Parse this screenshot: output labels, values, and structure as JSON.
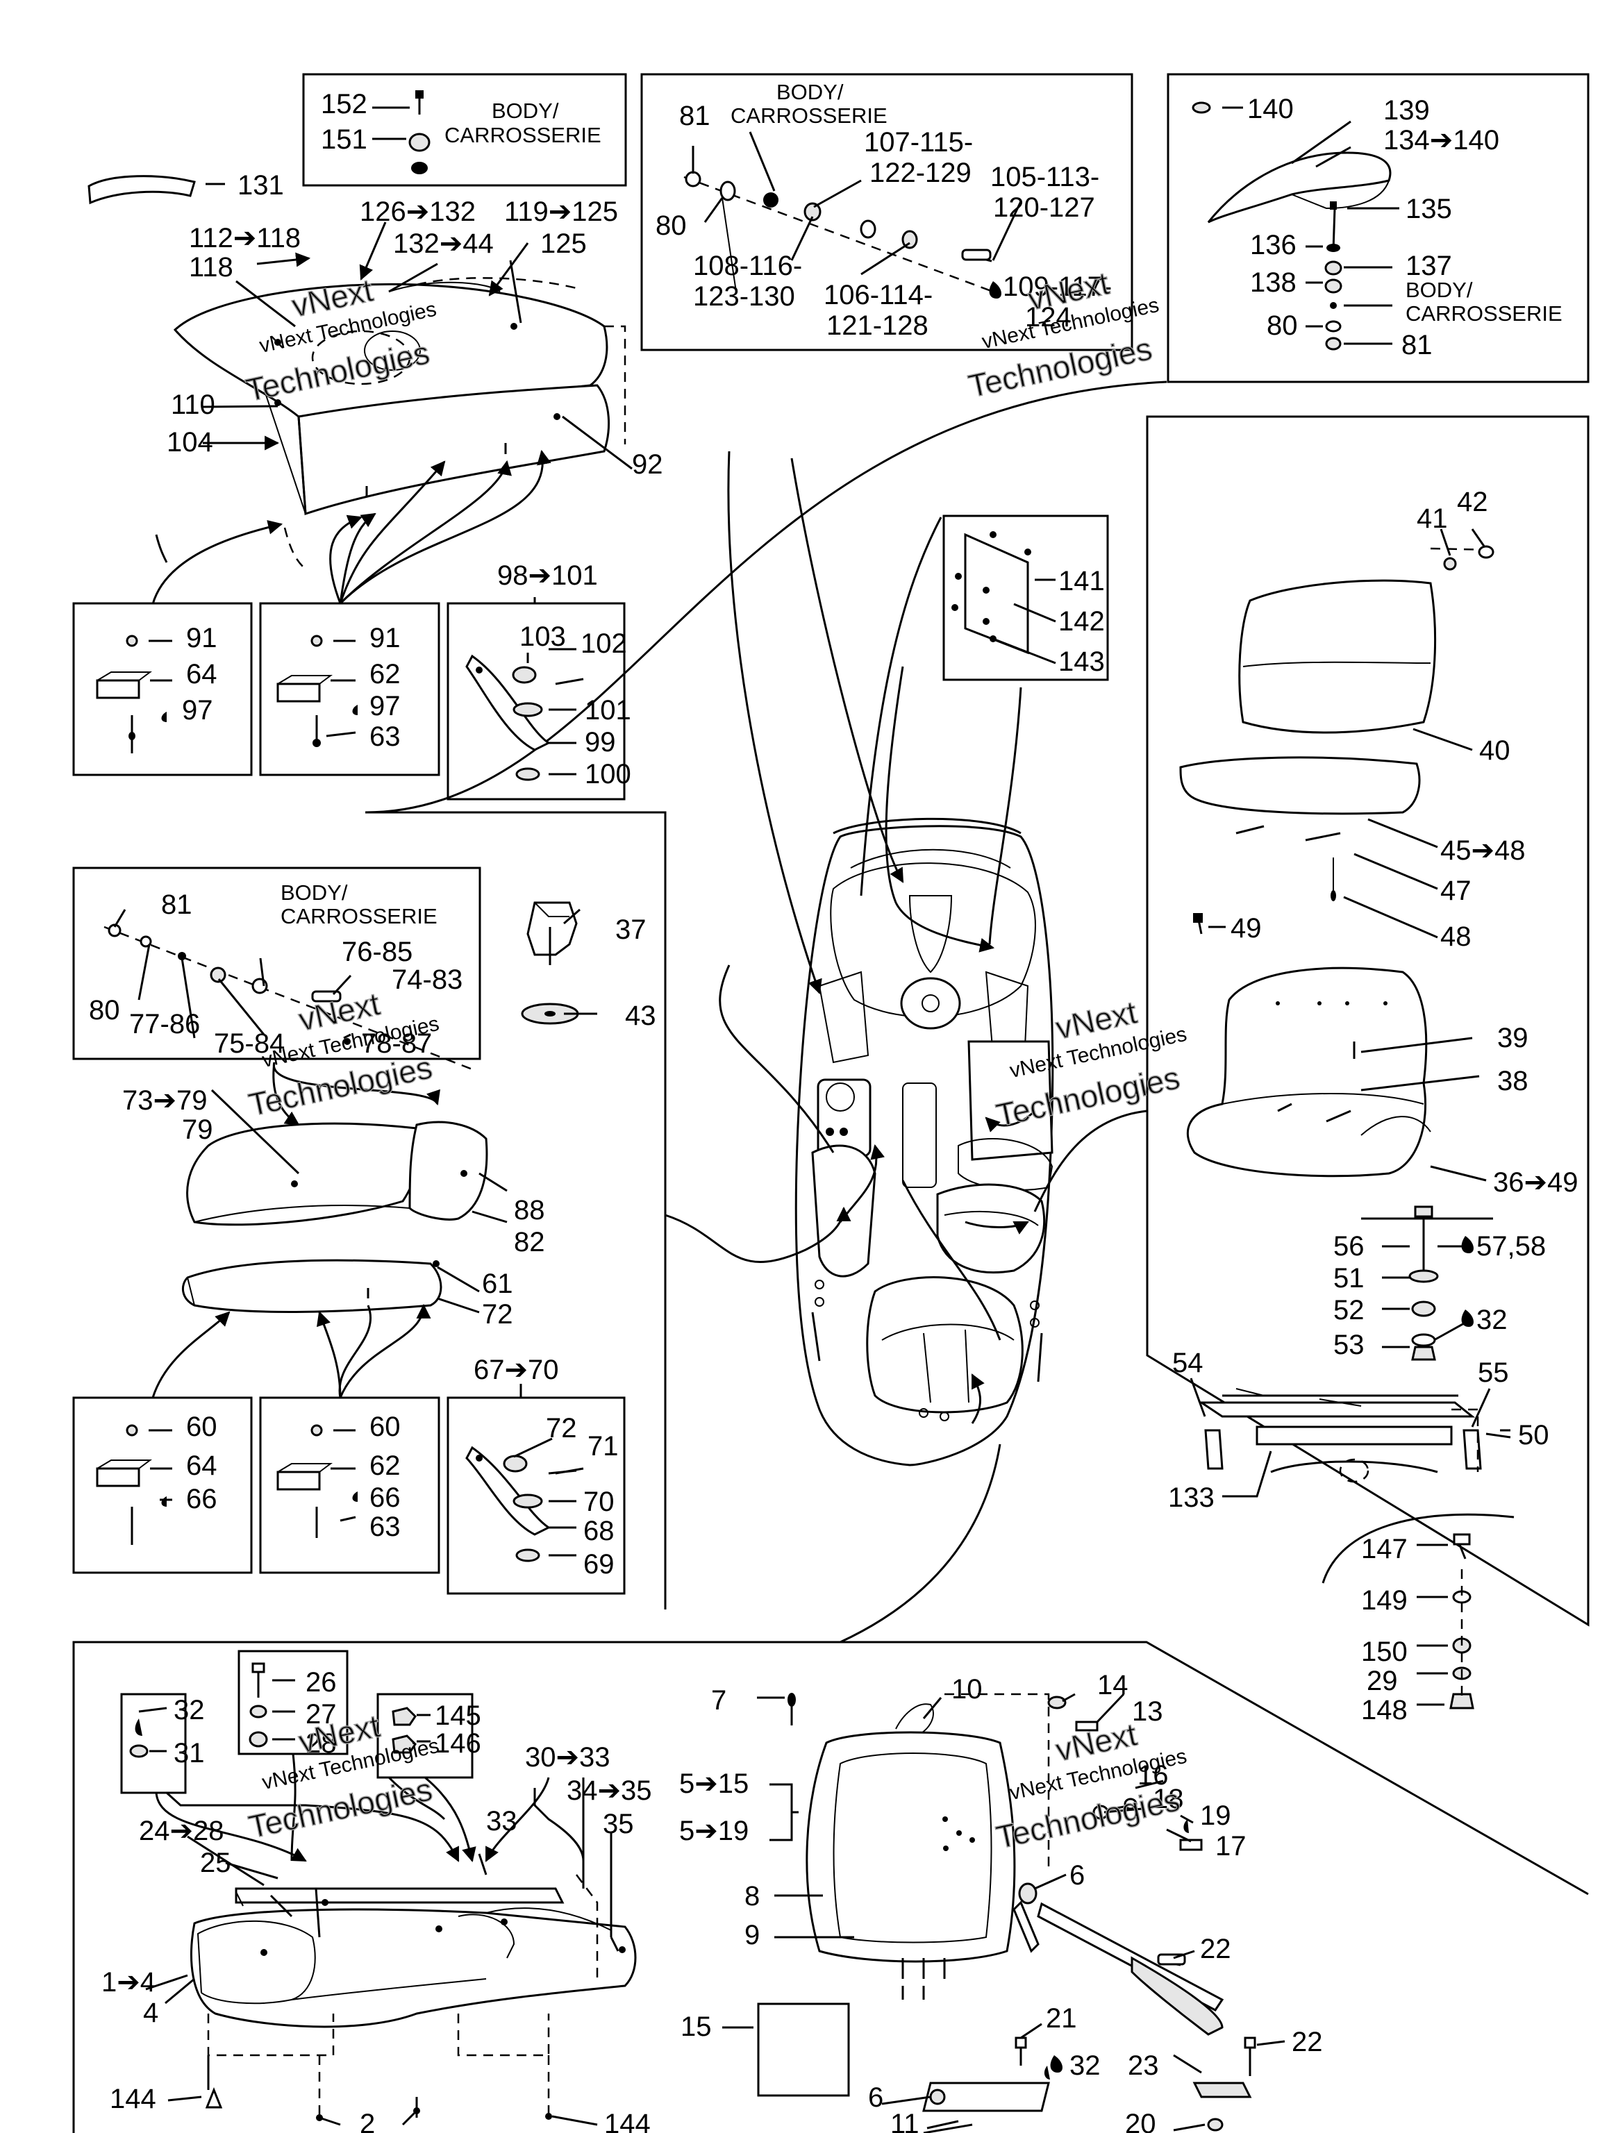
{
  "watermark": {
    "line1": "vNext",
    "line2": "vNext Technologies",
    "line3": "Technologies"
  },
  "body_note": {
    "line1": "BODY/",
    "line2": "CARROSSERIE"
  },
  "callouts": {
    "c152": "152",
    "c151": "151",
    "c131": "131",
    "c126_132": "126➔132",
    "c119_125": "119➔125",
    "c112_118": "112➔118",
    "c118": "118",
    "c132_44": "132➔44",
    "c125": "125",
    "c110": "110",
    "c104": "104",
    "c92": "92",
    "c81a": "81",
    "c80a": "80",
    "c107_115": "107-115-",
    "c122_129": "122-129",
    "c105_113": "105-113-",
    "c120_127": "120-127",
    "c108_116": "108-116-",
    "c123_130": "123-130",
    "c106_114": "106-114-",
    "c121_128": "121-128",
    "c109_117": "109-117-",
    "c124": "124",
    "c140": "140",
    "c139": "139",
    "c134_140": "134➔140",
    "c135": "135",
    "c136": "136",
    "c137": "137",
    "c138": "138",
    "c80b": "80",
    "c81b": "81",
    "c91a": "91",
    "c64a": "64",
    "c97a": "97",
    "c91b": "91",
    "c62a": "62",
    "c97b": "97",
    "c63a": "63",
    "c98_101": "98➔101",
    "c103": "103",
    "c102": "102",
    "c101": "101",
    "c99": "99",
    "c100": "100",
    "c141": "141",
    "c142": "142",
    "c143": "143",
    "c41": "41",
    "c42": "42",
    "c40": "40",
    "c45_48": "45➔48",
    "c47": "47",
    "c48": "48",
    "c49": "49",
    "c81c": "81",
    "c80c": "80",
    "c76_85": "76-85",
    "c74_83": "74-83",
    "c77_86": "77-86",
    "c75_84": "75-84",
    "c78_87": "78-87",
    "c37": "37",
    "c43": "43",
    "c73_79": "73➔79",
    "c79": "79",
    "c88": "88",
    "c82": "82",
    "c61": "61",
    "c72a": "72",
    "c39": "39",
    "c38": "38",
    "c36_49": "36➔49",
    "c56": "56",
    "c57_58": "57,58",
    "c51": "51",
    "c52": "52",
    "c32a": "32",
    "c53": "53",
    "c54": "54",
    "c55": "55",
    "c50": "50",
    "c133": "133",
    "c67_70": "67➔70",
    "c60a": "60",
    "c64b": "64",
    "c66a": "66",
    "c60b": "60",
    "c62b": "62",
    "c66b": "66",
    "c63b": "63",
    "c72b": "72",
    "c71": "71",
    "c70": "70",
    "c68": "68",
    "c69": "69",
    "c147": "147",
    "c149": "149",
    "c150": "150",
    "c29": "29",
    "c148": "148",
    "c26": "26",
    "c27": "27",
    "c28": "28",
    "c145": "145",
    "c146": "146",
    "c32b": "32",
    "c31": "31",
    "c30_33": "30➔33",
    "c34_35": "34➔35",
    "c24_28": "24➔28",
    "c33": "33",
    "c35": "35",
    "c25": "25",
    "c1_4": "1➔4",
    "c4": "4",
    "c144a": "144",
    "c2": "2",
    "c144b": "144",
    "c10": "10",
    "c7": "7",
    "c14": "14",
    "c13": "13",
    "c5_15": "5➔15",
    "c5_19": "5➔19",
    "c16": "16",
    "c18": "18",
    "c19": "19",
    "c17": "17",
    "c6a": "6",
    "c8": "8",
    "c9": "9",
    "c22a": "22",
    "c21": "21",
    "c32c": "32",
    "c23": "23",
    "c22b": "22",
    "c15": "15",
    "c6b": "6",
    "c11": "11",
    "c20": "20"
  }
}
